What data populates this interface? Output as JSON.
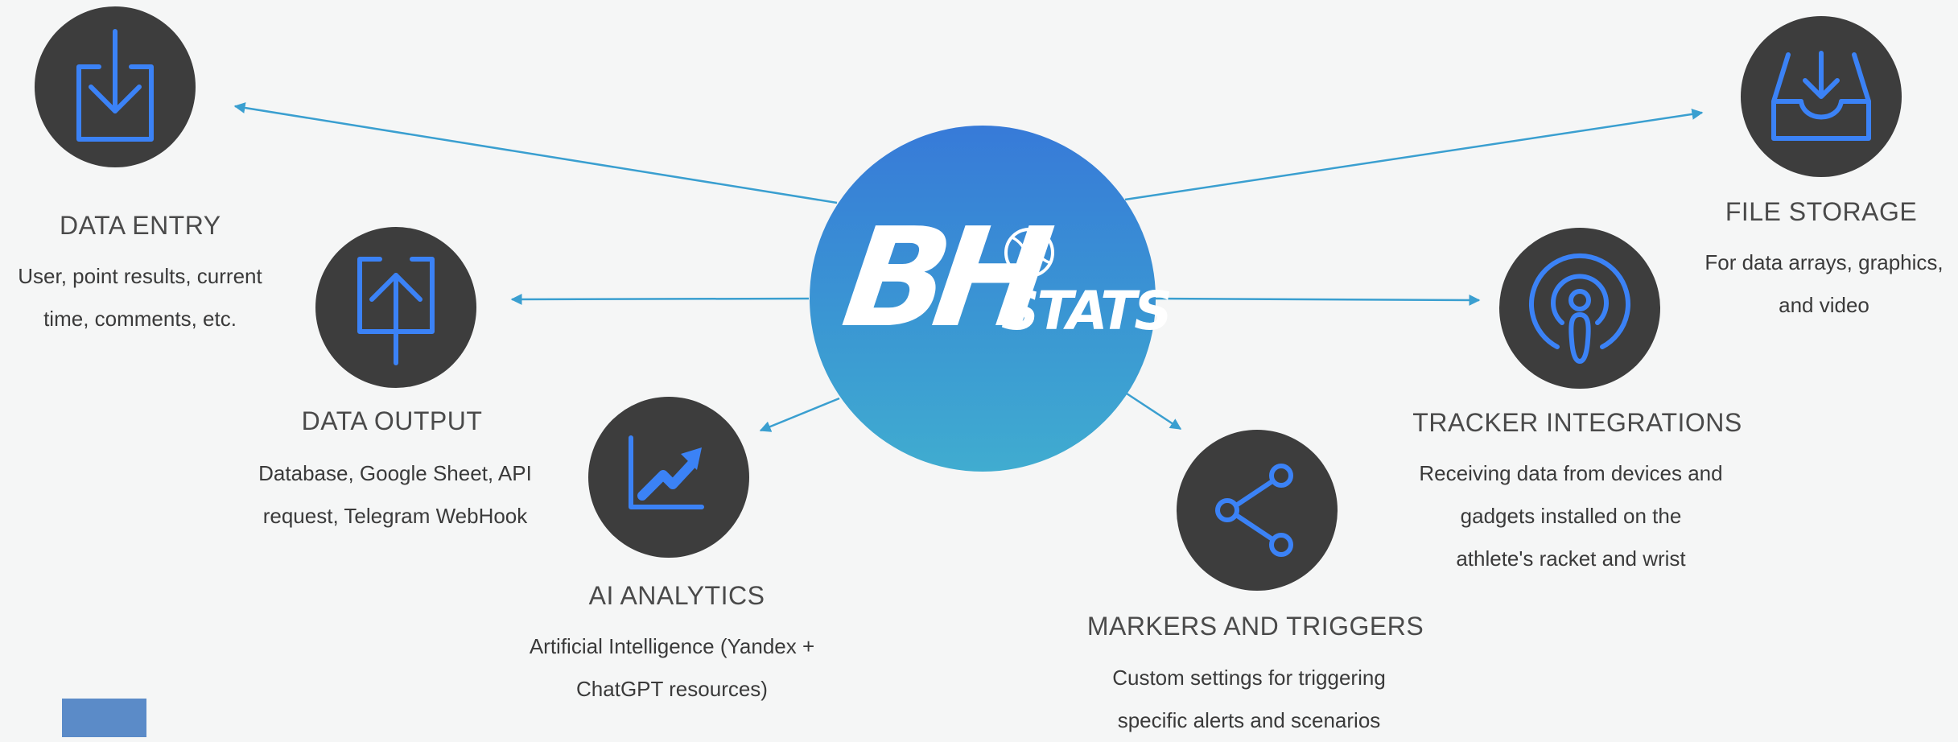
{
  "logo": {
    "main": "BH",
    "sub": "STATS"
  },
  "colors": {
    "accent": "#3b82f6",
    "arrow": "#3a9fd0",
    "node": "#3d3d3d"
  },
  "nodes": {
    "data_entry": {
      "icon": "download-box-icon",
      "title": "DATA ENTRY",
      "desc_lines": [
        "User, point results, current",
        "time, comments, etc."
      ]
    },
    "data_output": {
      "icon": "upload-box-icon",
      "title": "DATA OUTPUT",
      "desc_lines": [
        "Database, Google Sheet, API",
        "request, Telegram WebHook"
      ]
    },
    "ai_analytics": {
      "icon": "trend-chart-icon",
      "title": "AI ANALYTICS",
      "desc_lines": [
        "Artificial Intelligence (Yandex +",
        "ChatGPT resources)"
      ]
    },
    "markers_triggers": {
      "icon": "share-icon",
      "title": "MARKERS AND TRIGGERS",
      "desc_lines": [
        "Custom settings for triggering",
        "specific alerts and scenarios"
      ]
    },
    "tracker_integrations": {
      "icon": "podcast-icon",
      "title": "TRACKER INTEGRATIONS",
      "desc_lines": [
        "Receiving data from devices and",
        "gadgets installed on the",
        "athlete's racket and wrist"
      ]
    },
    "file_storage": {
      "icon": "inbox-tray-icon",
      "title": "FILE STORAGE",
      "desc_lines": [
        "For data arrays, graphics,",
        "and video"
      ]
    }
  }
}
